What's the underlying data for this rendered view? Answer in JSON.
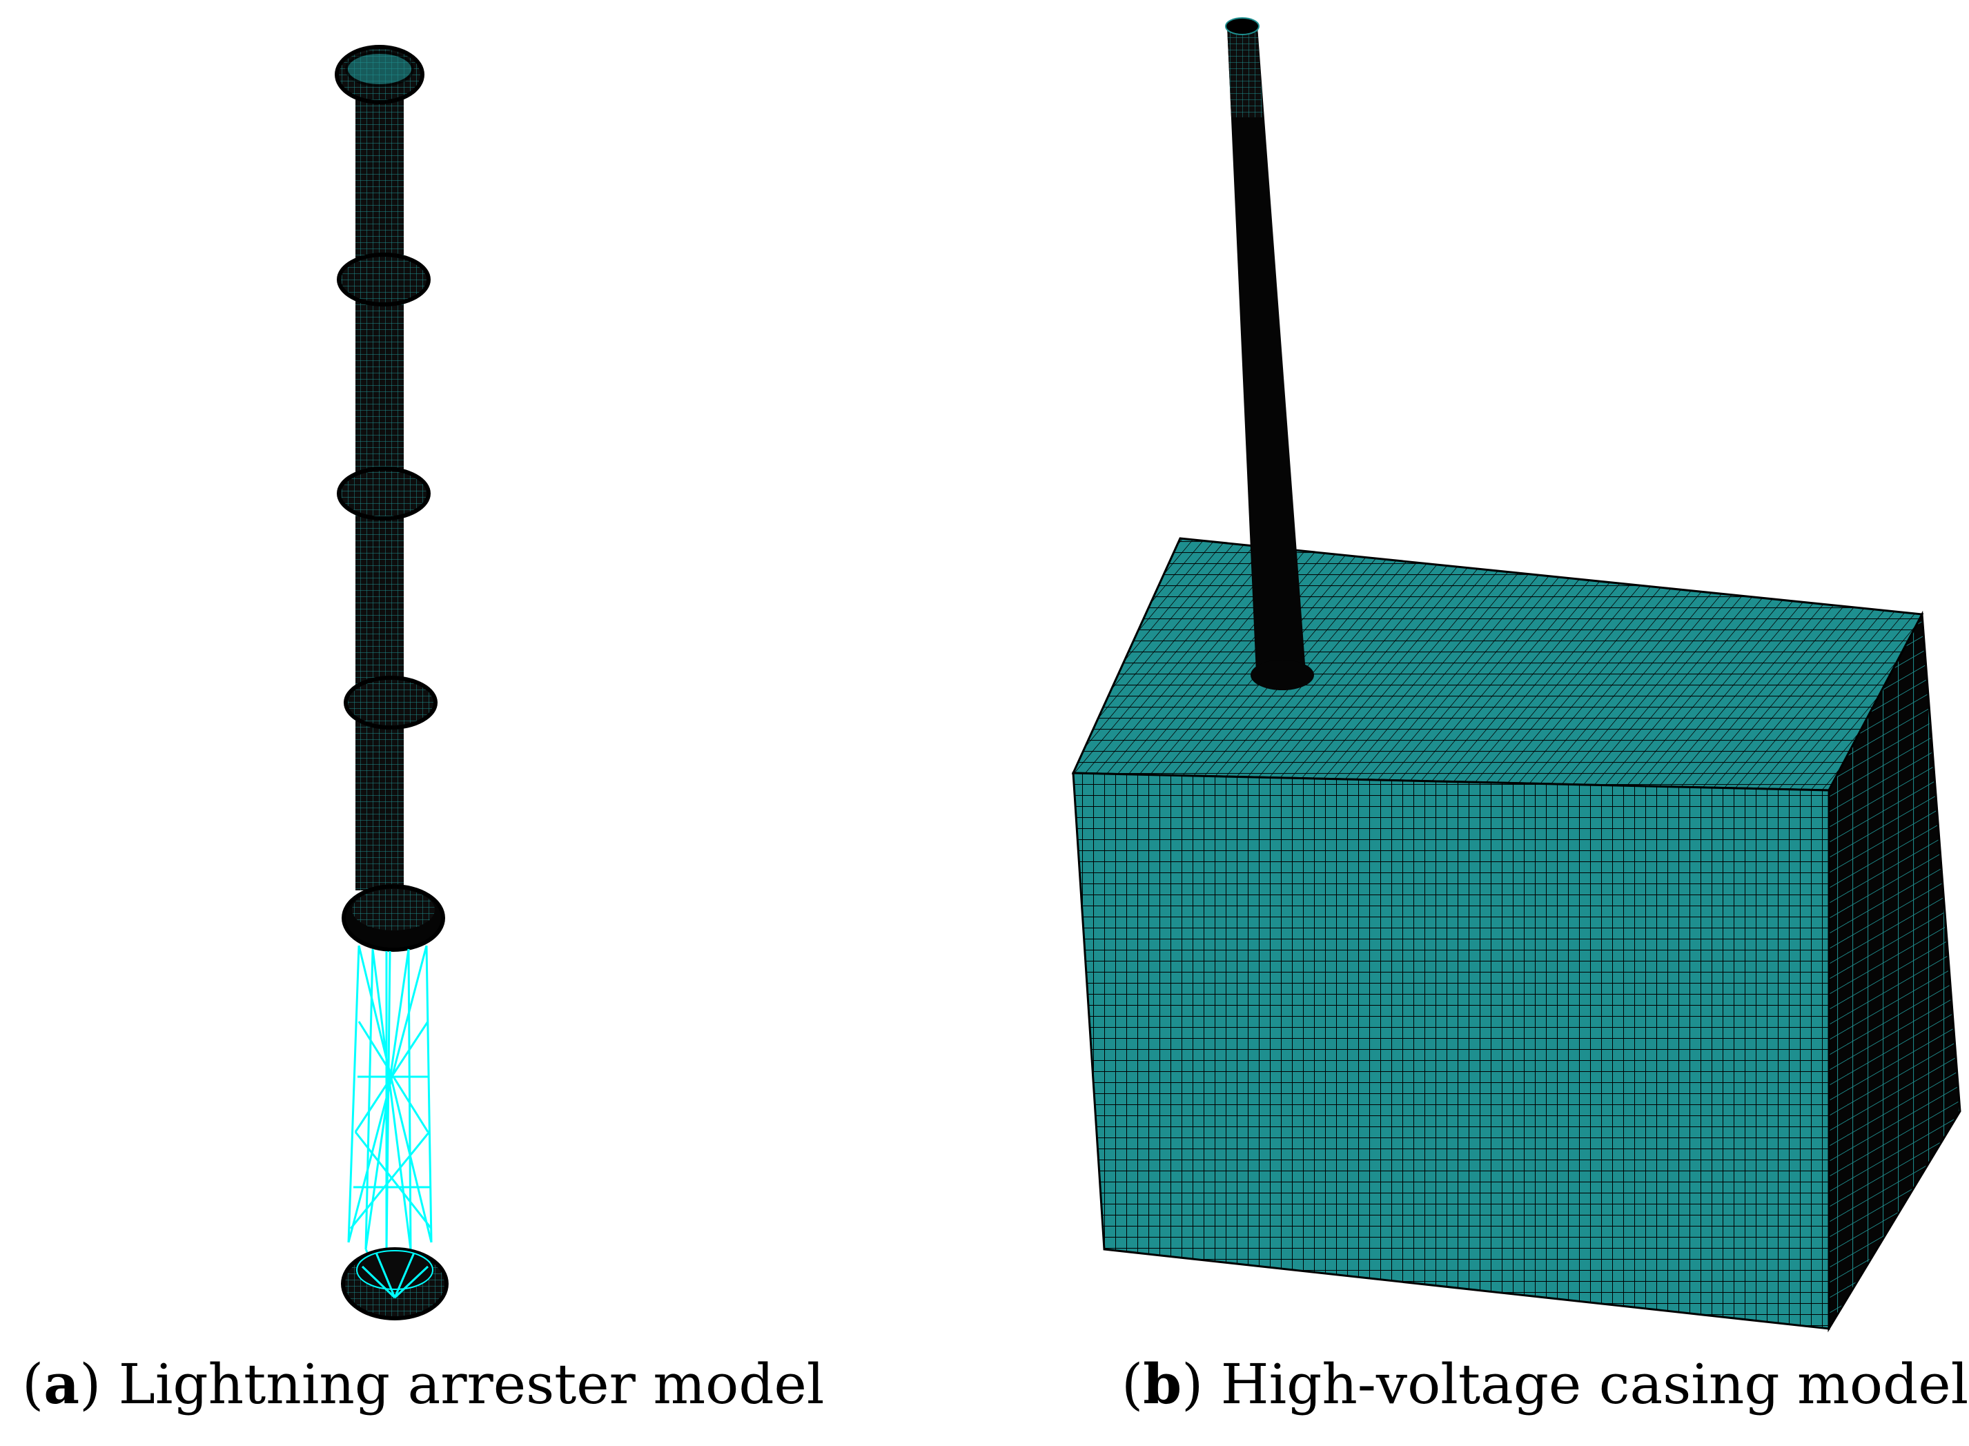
{
  "colors": {
    "mesh_fill": "#1e8f8f",
    "mesh_line": "#000000",
    "wire": "#00ffff",
    "dark": "#0a0a0a",
    "background": "#ffffff"
  },
  "panels": [
    {
      "id": "a",
      "letter": "a",
      "caption": "Lightning arrester model"
    },
    {
      "id": "b",
      "letter": "b",
      "caption": "High-voltage casing model"
    }
  ]
}
